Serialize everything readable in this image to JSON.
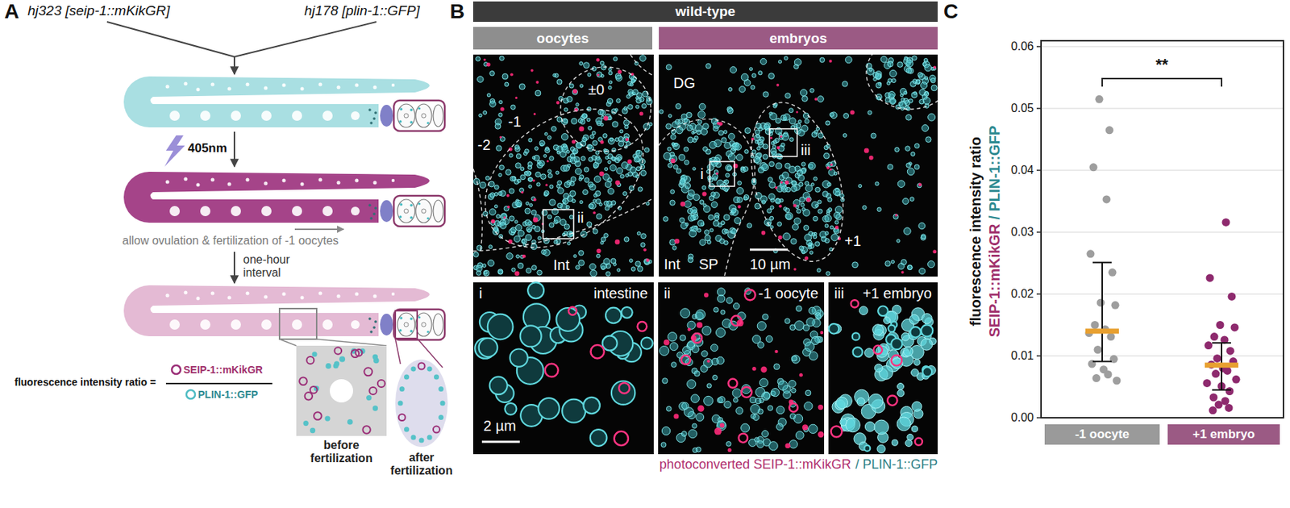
{
  "diagram": {
    "nodes": [
      {
        "text": [
          "before fertilization"
        ]
      },
      {
        "text": [
          "after fertilization"
        ]
      },
      {
        "text": [
          "wild-type"
        ]
      },
      {
        "text": [
          "oocytes"
        ]
      },
      {
        "text": [
          "embryos"
        ]
      },
      {
        "text": [
          "±0",
          "-1",
          "-2",
          "ii",
          "Int"
        ]
      },
      {
        "text": [
          "DG",
          "i",
          "iii",
          "+1",
          "Int",
          "SP",
          "10 µm"
        ]
      },
      {
        "text": [
          "i",
          "intestine",
          "2 µm"
        ]
      },
      {
        "text": [
          "ii",
          "-1 oocyte"
        ]
      },
      {
        "text": [
          "iii",
          "+1 embryo"
        ]
      },
      {
        "text": [
          "-1 oocyte"
        ]
      },
      {
        "text": [
          "+1 embryo"
        ]
      }
    ],
    "labels": [
      "A",
      "hj323 [seip-1::mKikGR]",
      "hj178 [plin-1::GFP]",
      "405nm",
      "allow ovulation & fertilization of -1 oocytes",
      "one-hour interval",
      "fluorescence intensity ratio =",
      "SEIP-1::mKikGR",
      "PLIN-1::GFP",
      "B",
      "photoconverted SEIP-1::mKikGR",
      "/ PLIN-1::GFP",
      "C",
      "fluorescence intensity ratio",
      "SEIP-1::mKikGR",
      "/ PLIN-1::GFP",
      "0.06",
      "0.05",
      "0.04",
      "0.03",
      "0.02",
      "0.01",
      "0.00",
      "**"
    ]
  }
}
